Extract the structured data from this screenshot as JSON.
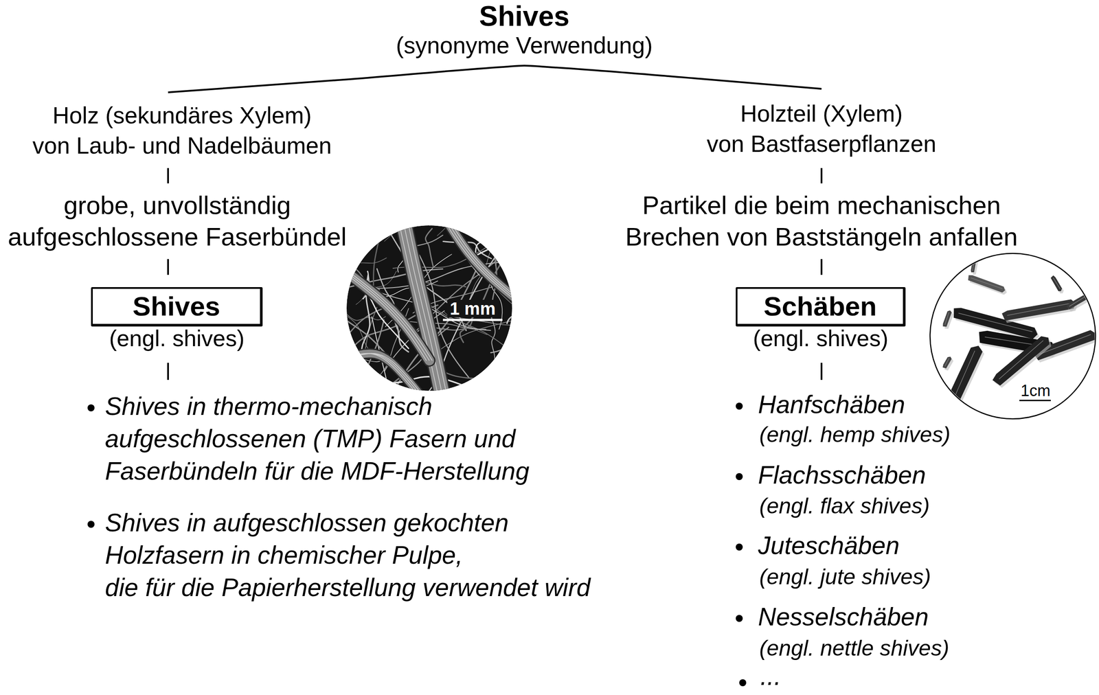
{
  "diagram": {
    "title": "Shives",
    "nodes": [
      {
        "text": [
          "Shives",
          "(engl. shives)"
        ]
      },
      {
        "text": [
          "Schäben",
          "(engl. shives)"
        ]
      }
    ],
    "labels": [
      "(synonyme Verwendung)",
      "Holz (sekundäres Xylem) von Laub- und Nadelbäumen",
      "grobe, unvollständig aufgeschlossene Faserbündel",
      "1 mm",
      "Shives in thermo-mechanisch aufgeschlossenen (TMP) Fasern und Faserbündeln für die MDF-Herstellung",
      "Shives in aufgeschlossen gekochten Holzfasern in chemischer Pulpe, die für die Papierherstellung verwendet wird",
      "Holzteil (Xylem) von Bastfaserpflanzen",
      "Partikel die beim mechanischen Brechen von Baststängeln anfallen",
      "1cm",
      "Hanfschäben",
      "(engl. hemp shives)",
      "Flachsschäben",
      "(engl. flax shives)",
      "Juteschäben",
      "(engl. jute shives)",
      "Nesselschäben",
      "(engl. nettle shives)",
      "..."
    ]
  }
}
